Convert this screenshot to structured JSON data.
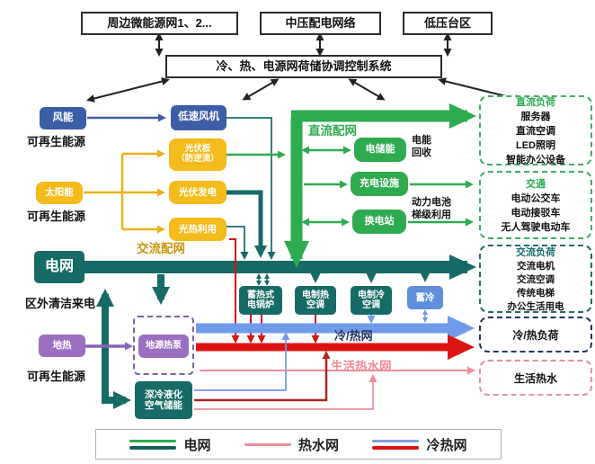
{
  "top": {
    "box1": "周边微能源网1、2...",
    "box2": "中压配电网络",
    "box3": "低压台区",
    "control": "冷、热、电源网荷储协调控制系统"
  },
  "sources": {
    "wind": "风能",
    "wind_label": "可再生能源",
    "solar": "太阳能",
    "solar_label": "可再生能源",
    "geo": "地热",
    "geo_label": "可再生能源",
    "grid": "电网",
    "grid_label": "区外清洁来电"
  },
  "converters": {
    "turbine": "低速风机",
    "pv1a": "光伏板",
    "pv1b": "（防逆流）",
    "pv2": "光伏发电",
    "pv3": "光热利用",
    "gshp": "地源热泵",
    "laes1": "深冷液化",
    "laes2": "空气储能",
    "boiler1": "蓄热式",
    "boiler2": "电锅炉",
    "eheat1": "电制热",
    "eheat2": "空调",
    "ecool1": "电制冷",
    "ecool2": "空调",
    "coldstore": "蓄冷"
  },
  "dc": {
    "label": "直流配网",
    "storage": "电储能",
    "recycle1": "电能",
    "recycle2": "回收",
    "charging": "充电设施",
    "swap": "换电站",
    "battery1": "动力电池",
    "battery2": "梯级利用"
  },
  "ac": {
    "label": "交流配网"
  },
  "nets": {
    "coolheat": "冷/热网",
    "hotwater": "生活热水网"
  },
  "loads": {
    "dc": {
      "title": "直流负荷",
      "items": [
        "服务器",
        "直流空调",
        "LED照明",
        "智能办公设备"
      ]
    },
    "transport": {
      "title": "交通",
      "items": [
        "电动公交车",
        "电动接驳车",
        "无人驾驶电动车"
      ]
    },
    "ac": {
      "title": "交流负荷",
      "items": [
        "交流电机",
        "交流空调",
        "传统电梯",
        "办公生活用电"
      ]
    },
    "coolheat": {
      "title": "冷/热负荷"
    },
    "hotwater": {
      "title": "生活热水"
    }
  },
  "legend": {
    "grid": "电网",
    "hotwater": "热水网",
    "coolheat": "冷热网"
  },
  "colors": {
    "green": "#2eab4f",
    "teal": "#176b66",
    "blue": "#3b5ea7",
    "yellow": "#f3bb1c",
    "purple": "#9a6fc0",
    "light_blue": "#5f8fdc",
    "red": "#d01414",
    "pink": "#ef8d96",
    "dark_red": "#b02525"
  }
}
